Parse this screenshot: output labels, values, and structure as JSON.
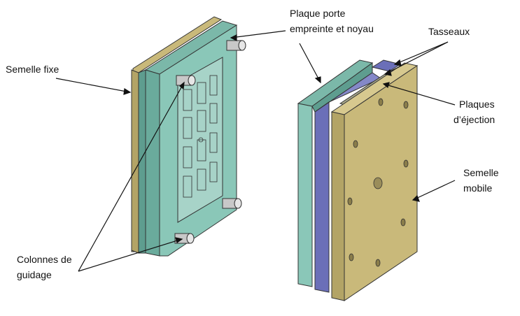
{
  "labels": {
    "semelle_fixe": "Semelle fixe",
    "plaque_porte_l1": "Plaque porte",
    "plaque_porte_l2": "empreinte et noyau",
    "tasseaux": "Tasseaux",
    "plaques_ejection_l1": "Plaques",
    "plaques_ejection_l2": "d’éjection",
    "semelle_mobile_l1": "Semelle",
    "semelle_mobile_l2": "mobile",
    "colonnes_l1": "Colonnes de",
    "colonnes_l2": "guidage"
  },
  "colors": {
    "semelle": "#c9b97a",
    "plaque": "#8ac7b8",
    "plaque_dark": "#5e9d8f",
    "ejection": "#6b6fb8",
    "cavite": "#a7d3c8",
    "colonne": "#c8c8c8"
  }
}
